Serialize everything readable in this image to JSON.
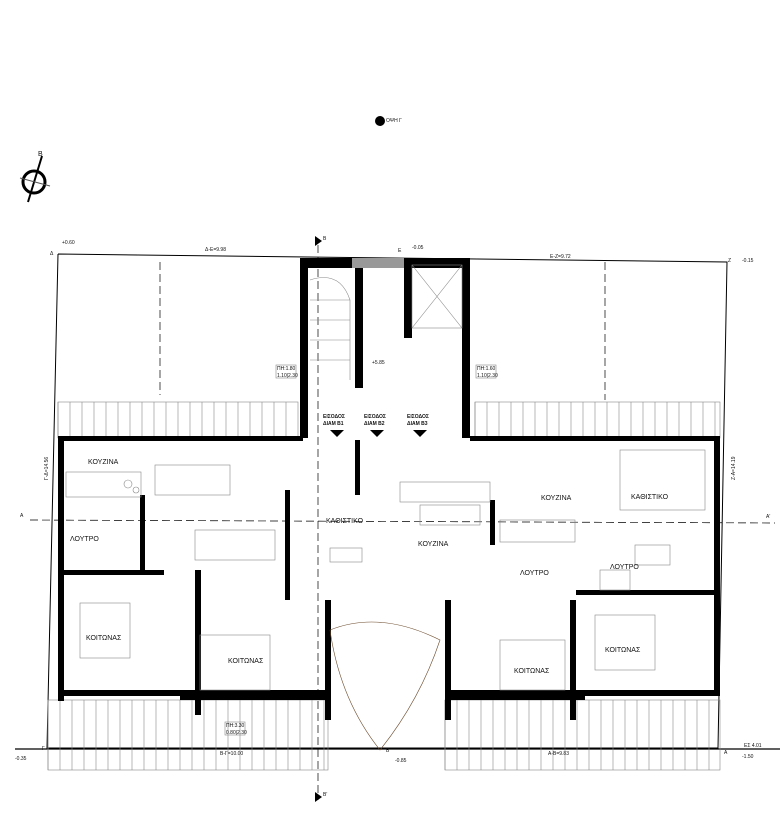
{
  "view_label": "ΟΨΗ Γ",
  "north_label": "Β",
  "dimensions": {
    "top_left": "Δ-Ε=9.98",
    "top_right": "Ε-Ζ=9.72",
    "bottom_left": "Β-Γ=10.00",
    "bottom_right": "Α-Β=9.83",
    "left": "Γ-Δ=14.56",
    "right": "Ζ-Α=14.19"
  },
  "levels": {
    "a": "+0.60",
    "b": "-0.05",
    "c": "-0.15",
    "d": "-0.35",
    "e": "-0.85",
    "f": "-1.50",
    "stair": "+5.85"
  },
  "points": {
    "d": "Δ",
    "e": "Ε",
    "z": "Ζ",
    "g": "Γ",
    "b": "Β",
    "a": "Α",
    "sec": "Β",
    "sec2": "Β'",
    "sa": "Α",
    "sa2": "Α'"
  },
  "entrances": [
    {
      "l1": "ΕΙΣΟΔΟΣ",
      "l2": "ΔΙΑΜ Β1"
    },
    {
      "l1": "ΕΙΣΟΔΟΣ",
      "l2": "ΔΙΑΜ Β2"
    },
    {
      "l1": "ΕΙΣΟΔΟΣ",
      "l2": "ΔΙΑΜ Β3"
    }
  ],
  "rooms": {
    "kitchen1": "ΚΟΥΖΙΝΑ",
    "bath1": "ΛΟΥΤΡΟ",
    "bed1": "ΚΟΙΤΩΝΑΣ",
    "bed2": "ΚΟΙΤΩΝΑΣ",
    "living2": "ΚΑΘΙΣΤΙΚΟ",
    "kitchen2": "ΚΟΥΖΙΝΑ",
    "bath3": "ΛΟΥΤΡΟ",
    "bed3": "ΚΟΙΤΩΝΑΣ",
    "kitchen3": "ΚΟΥΖΙΝΑ",
    "living3": "ΚΑΘΙΣΤΙΚΟ",
    "bath3b": "ΛΟΥΤΡΟ",
    "bed4": "ΚΟΙΤΩΝΑΣ"
  },
  "windows": {
    "w1": "ΠΗ:1.80",
    "w1b": "1.10|2.30",
    "w2": "ΠΗ:1.60",
    "w2b": "1.10|2.30",
    "w3": "ΠΗ:3.30",
    "w3b": "0.80|2.30"
  },
  "extra": "ΕΣ 4.01"
}
